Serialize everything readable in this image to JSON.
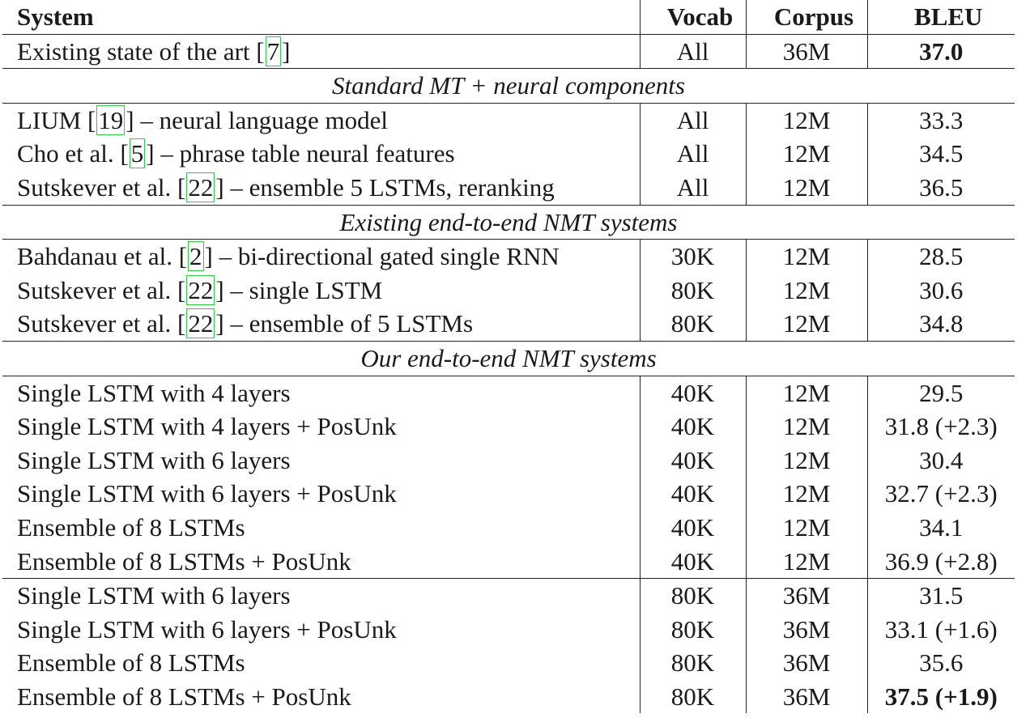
{
  "header": {
    "system": "System",
    "vocab": "Vocab",
    "corpus": "Corpus",
    "bleu": "BLEU"
  },
  "rows": [
    {
      "pre": "Existing state of the art [",
      "cite": "7",
      "post": "]",
      "vocab": "All",
      "corpus": "36M",
      "bleu": "37.0",
      "bleu_bold": true
    },
    {
      "section": "Standard MT + neural components"
    },
    {
      "pre": "LIUM [",
      "cite": "19",
      "post": "] – neural language model",
      "vocab": "All",
      "corpus": "12M",
      "bleu": "33.3"
    },
    {
      "pre": "Cho et al. [",
      "cite": "5",
      "post": "] – phrase table neural features",
      "vocab": "All",
      "corpus": "12M",
      "bleu": "34.5"
    },
    {
      "pre": "Sutskever et al. [",
      "cite": "22",
      "post": "] – ensemble 5 LSTMs, reranking",
      "vocab": "All",
      "corpus": "12M",
      "bleu": "36.5"
    },
    {
      "section": "Existing end-to-end NMT systems"
    },
    {
      "pre": "Bahdanau et al. [",
      "cite": "2",
      "post": "] – bi-directional gated single RNN",
      "vocab": "30K",
      "corpus": "12M",
      "bleu": "28.5"
    },
    {
      "pre": "Sutskever et al. [",
      "cite": "22",
      "post": "] – single LSTM",
      "vocab": "80K",
      "corpus": "12M",
      "bleu": "30.6"
    },
    {
      "pre": "Sutskever et al. [",
      "cite": "22",
      "post": "] – ensemble of 5 LSTMs",
      "vocab": "80K",
      "corpus": "12M",
      "bleu": "34.8"
    },
    {
      "section": "Our end-to-end NMT systems"
    },
    {
      "pre": "Single LSTM with 4 layers",
      "vocab": "40K",
      "corpus": "12M",
      "bleu": "29.5"
    },
    {
      "pre": "Single LSTM with 4 layers + PosUnk",
      "vocab": "40K",
      "corpus": "12M",
      "bleu": "31.8 (+2.3)"
    },
    {
      "pre": "Single LSTM with 6 layers",
      "vocab": "40K",
      "corpus": "12M",
      "bleu": "30.4"
    },
    {
      "pre": "Single LSTM with 6 layers + PosUnk",
      "vocab": "40K",
      "corpus": "12M",
      "bleu": "32.7 (+2.3)"
    },
    {
      "pre": "Ensemble of 8 LSTMs",
      "vocab": "40K",
      "corpus": "12M",
      "bleu": "34.1"
    },
    {
      "pre": "Ensemble of 8 LSTMs + PosUnk",
      "vocab": "40K",
      "corpus": "12M",
      "bleu": "36.9 (+2.8)"
    },
    {
      "pre": "Single LSTM with 6 layers",
      "vocab": "80K",
      "corpus": "36M",
      "bleu": "31.5",
      "rule_above": true
    },
    {
      "pre": "Single LSTM with 6 layers + PosUnk",
      "vocab": "80K",
      "corpus": "36M",
      "bleu": "33.1 (+1.6)"
    },
    {
      "pre": "Ensemble of 8 LSTMs",
      "vocab": "80K",
      "corpus": "36M",
      "bleu": "35.6"
    },
    {
      "pre": "Ensemble of 8 LSTMs + PosUnk",
      "vocab": "80K",
      "corpus": "36M",
      "bleu": "37.5 (+1.9)",
      "bleu_bold": true
    }
  ]
}
